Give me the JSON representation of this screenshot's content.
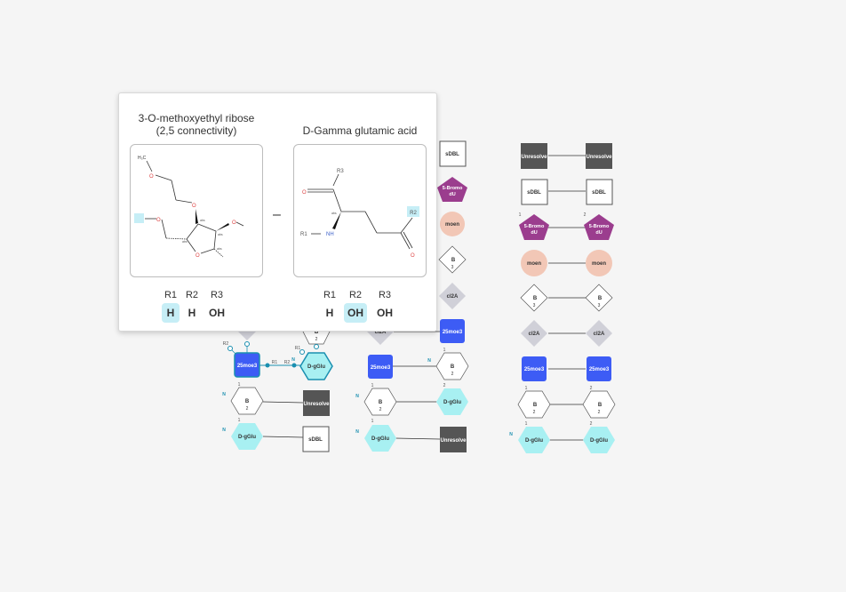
{
  "colors": {
    "dark_gray": "#555555",
    "purple": "#9b3d8e",
    "salmon": "#f2c7b6",
    "light_diamond": "#d0d0d8",
    "blue": "#3d5cf5",
    "cyan": "#a8f0f2",
    "highlight": "#c6eef6"
  },
  "canvas": {
    "monomers_left": [
      {
        "label": "sDBL",
        "shape": "square-outline",
        "icon": "square"
      },
      {
        "label": "5-Bromo dU",
        "shape": "pentagon",
        "icon": "pentagon"
      },
      {
        "label": "moen",
        "shape": "circle",
        "icon": "circle"
      },
      {
        "label": "B",
        "sub": "3",
        "shape": "diamond-outline",
        "icon": "diamond"
      },
      {
        "label": "cl2A",
        "shape": "diamond",
        "icon": "diamond"
      },
      {
        "label": "25moe3",
        "shape": "square-blue",
        "icon": "square"
      },
      {
        "label": "B",
        "sub": "2",
        "shape": "hexagon-outline",
        "icon": "hexagon"
      },
      {
        "label": "D-gGlu",
        "shape": "hexagon-cyan",
        "icon": "hexagon"
      },
      {
        "label": "Unresolve",
        "shape": "square-dark",
        "icon": "square"
      }
    ],
    "pair_rows": [
      {
        "left": "Unresolve",
        "right": "Unresolve",
        "shape": "square-dark"
      },
      {
        "left": "sDBL",
        "right": "sDBL",
        "shape": "square-outline"
      },
      {
        "left": "5-Bromo dU",
        "right": "5-Bromo dU",
        "shape": "pentagon",
        "nums": [
          "1",
          "2"
        ]
      },
      {
        "left": "moen",
        "right": "moen",
        "shape": "circle"
      },
      {
        "left": "B",
        "right": "B",
        "sub": "3",
        "shape": "diamond-outline"
      },
      {
        "left": "cl2A",
        "right": "cl2A",
        "shape": "diamond"
      },
      {
        "left": "25moe3",
        "right": "25moe3",
        "shape": "square-blue"
      },
      {
        "left": "B",
        "right": "B",
        "sub": "2",
        "shape": "hexagon-outline",
        "nums": [
          "1",
          "2"
        ]
      },
      {
        "left": "D-gGlu",
        "right": "D-gGlu",
        "shape": "hexagon-cyan",
        "nums": [
          "1",
          "2"
        ],
        "n_label": "N"
      }
    ],
    "mid_rows": [
      {
        "left": "cl2A",
        "right": "25moe3",
        "left_shape": "diamond",
        "right_shape": "square-blue"
      },
      {
        "left": "25moe3",
        "right": "B",
        "sub": "2",
        "left_shape": "square-blue",
        "right_shape": "hexagon-outline",
        "n_label": "N",
        "num": "1"
      },
      {
        "left": "B",
        "right": "D-gGlu",
        "sub": "2",
        "left_shape": "hexagon-outline",
        "right_shape": "hexagon-cyan",
        "n_label": "N",
        "num": "1",
        "num2": "2"
      },
      {
        "left": "D-gGlu",
        "right": "Unresolve",
        "left_shape": "hexagon-cyan",
        "right_shape": "square-dark",
        "n_label": "N",
        "num": "1"
      }
    ],
    "left_rows": [
      {
        "left": "25moe3",
        "right": "D-gGlu",
        "r_labels": [
          "R2",
          "R1",
          "R2",
          "R1",
          "N"
        ]
      },
      {
        "left": "B",
        "right": "Unresolve",
        "sub": "2",
        "n_label": "N",
        "num": "1"
      },
      {
        "left": "D-gGlu",
        "right": "sDBL",
        "n_label": "N",
        "num": "1"
      }
    ],
    "partial_labels": [
      "B",
      "2"
    ]
  },
  "popup": {
    "separator": "–",
    "monomers": [
      {
        "title_line1": "3-O-methoxyethyl ribose",
        "title_line2": "(2,5 connectivity)",
        "structure_text": {
          "h3c": "H₃C",
          "o": "O",
          "abs": "abs"
        },
        "rgroups": [
          {
            "name": "R1",
            "value": "H",
            "highlight": true
          },
          {
            "name": "R2",
            "value": "H",
            "highlight": false
          },
          {
            "name": "R3",
            "value": "OH",
            "highlight": false
          }
        ]
      },
      {
        "title_line1": "D-Gamma glutamic acid",
        "title_line2": "",
        "structure_text": {
          "r1": "R1",
          "r2": "R2",
          "r3": "R3",
          "nh": "NH",
          "o": "O",
          "abs": "abs"
        },
        "rgroups": [
          {
            "name": "R1",
            "value": "H",
            "highlight": false
          },
          {
            "name": "R2",
            "value": "OH",
            "highlight": true
          },
          {
            "name": "R3",
            "value": "OH",
            "highlight": false
          }
        ]
      }
    ]
  }
}
